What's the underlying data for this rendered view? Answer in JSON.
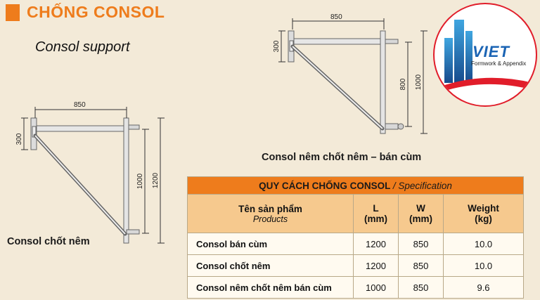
{
  "header": {
    "title": "CHỐNG CONSOL",
    "subtitle": "Consol support"
  },
  "drawings": {
    "left": {
      "caption": "Consol chốt nêm",
      "dim_width": "850",
      "dim_height_small": "300",
      "dim_height_mid": "1000",
      "dim_height_total": "1200"
    },
    "right": {
      "caption": "Consol nêm chốt nêm – bán cùm",
      "dim_width": "850",
      "dim_height_small": "300",
      "dim_height_mid": "800",
      "dim_height_total": "1000"
    }
  },
  "logo": {
    "brand": "VIET",
    "tagline": "Formwork & Appendix",
    "brand_color": "#1b64b4",
    "ring_color": "#e11d2a"
  },
  "spec_table": {
    "title": "QUY CÁCH CHỐNG CONSOL",
    "title_en": "/ Specification",
    "headers": {
      "product": "Tên sản phẩm",
      "product_sub": "Products",
      "l": "L",
      "l_unit": "(mm)",
      "w": "W",
      "w_unit": "(mm)",
      "weight": "Weight",
      "weight_unit": "(kg)"
    },
    "rows": [
      {
        "name": "Consol bán cùm",
        "l": "1200",
        "w": "850",
        "weight": "10.0"
      },
      {
        "name": "Consol chốt nêm",
        "l": "1200",
        "w": "850",
        "weight": "10.0"
      },
      {
        "name": "Consol nêm chốt nêm bán cùm",
        "l": "1000",
        "w": "850",
        "weight": "9.6"
      }
    ]
  },
  "colors": {
    "accent": "#ee7c1c",
    "header_fill": "#f6c98e",
    "background": "#f3ead8"
  }
}
